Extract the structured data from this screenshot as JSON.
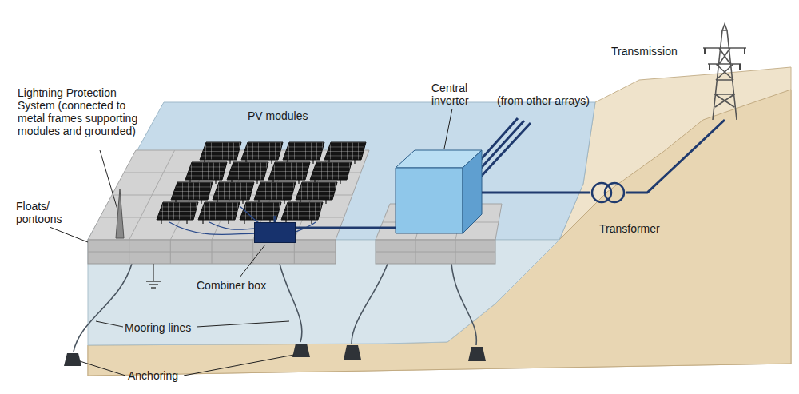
{
  "diagram": {
    "nodes": [
      {
        "text": [
          "PV modules"
        ]
      },
      {
        "text": [
          "Combiner box"
        ]
      },
      {
        "text": [
          "Central inverter"
        ]
      },
      {
        "text": [
          "Transformer"
        ]
      },
      {
        "text": [
          "Transmission"
        ]
      }
    ],
    "edges": [
      {
        "from": 0,
        "to": 1,
        "arrow": "none"
      },
      {
        "from": 1,
        "to": 2,
        "arrow": "none"
      },
      {
        "from": 2,
        "to": 3,
        "arrow": "none"
      },
      {
        "from": 3,
        "to": 4,
        "arrow": "none"
      }
    ],
    "labels": [
      "Lightning Protection System (connected to metal frames supporting modules and grounded)",
      "(from other arrays)",
      "Floats/ pontoons",
      "Mooring lines",
      "Anchoring"
    ]
  }
}
